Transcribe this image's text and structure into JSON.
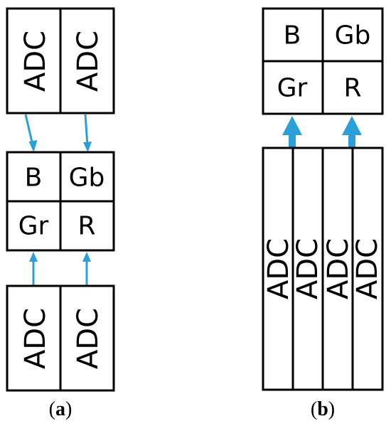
{
  "panel_a": {
    "top_adcs": [
      "ADC",
      "ADC"
    ],
    "cells": [
      "B",
      "Gb",
      "Gr",
      "R"
    ],
    "bottom_adcs": [
      "ADC",
      "ADC"
    ],
    "caption_open": "(",
    "caption_letter": "a",
    "caption_close": ")"
  },
  "panel_b": {
    "cells": [
      "B",
      "Gb",
      "Gr",
      "R"
    ],
    "adcs": [
      "ADC",
      "ADC",
      "ADC",
      "ADC"
    ],
    "caption_open": "(",
    "caption_letter": "b",
    "caption_close": ")"
  },
  "colors": {
    "arrow": "#2a9fd8",
    "stroke": "#000000",
    "background": "#ffffff"
  }
}
